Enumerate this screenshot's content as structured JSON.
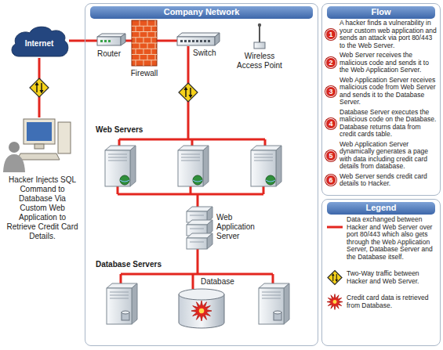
{
  "diagram": {
    "nodes": [
      {
        "text": [
          "Internet"
        ]
      },
      {
        "text": [
          "Hacker Injects SQL Command to Database Via Custom Web Application to Retrieve Credit Card Details."
        ]
      },
      {
        "text": [
          "Company Network"
        ]
      },
      {
        "text": [
          "Router"
        ],
        "in": 2
      },
      {
        "text": [
          "Firewall"
        ],
        "in": 2
      },
      {
        "text": [
          "Switch"
        ],
        "in": 2
      },
      {
        "text": [
          "Wireless Access Point"
        ],
        "in": 2
      },
      {
        "text": [
          "Web Servers"
        ],
        "in": 2
      },
      {
        "text": [
          "Web Application Server"
        ],
        "in": 2
      },
      {
        "text": [
          "Database Servers"
        ],
        "in": 2
      },
      {
        "text": [
          "Database"
        ],
        "in": 9
      },
      {
        "text": [
          "Flow"
        ]
      },
      {
        "text": [
          "1"
        ],
        "in": 11
      },
      {
        "text": [
          "2"
        ],
        "in": 11
      },
      {
        "text": [
          "3"
        ],
        "in": 11
      },
      {
        "text": [
          "4"
        ],
        "in": 11
      },
      {
        "text": [
          "5"
        ],
        "in": 11
      },
      {
        "text": [
          "6"
        ],
        "in": 11
      },
      {
        "text": [
          "Legend"
        ]
      }
    ],
    "edges": [
      {
        "from": 0,
        "to": 3,
        "arrow": "none"
      },
      {
        "from": 3,
        "to": 4,
        "arrow": "none"
      },
      {
        "from": 4,
        "to": 5,
        "arrow": "none"
      },
      {
        "from": 0,
        "to": 1,
        "arrow": "none"
      },
      {
        "from": 5,
        "to": 7,
        "arrow": "none"
      },
      {
        "from": 7,
        "to": 8,
        "arrow": "none"
      },
      {
        "from": 8,
        "to": 9,
        "arrow": "none"
      }
    ],
    "labels": [
      "A hacker finds a vulnerability in your custom web application and sends an attack via port 80/443 to the Web Server.",
      "Web Server receives the malicious code and sends it to the Web Application Server.",
      "Web Application Server receives malicious code from Web Server and sends it to the Database Server.",
      "Database Server executes the malicious code on the Database. Database returns data from credit cards table.",
      "Web Application Server dynamically generates a page with data including credit card details from database.",
      "Web Server sends credit card details to Hacker."
    ],
    "legend": [
      {
        "text": "Data exchanged between Hacker and Web Server over port 80/443 which also gets through the Web Application Server, Database Server and the Database itself."
      },
      {
        "text": "Two-Way traffic between Hacker and Web Server."
      },
      {
        "text": "Credit card data is retrieved from Database."
      }
    ]
  }
}
